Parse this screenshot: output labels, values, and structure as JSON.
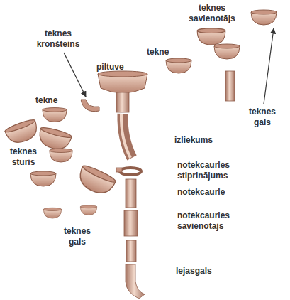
{
  "diagram": {
    "labels": [
      "teknes savienotājs",
      "teknes kronšteins",
      "tekne",
      "piltuve",
      "teknes gals",
      "tekne",
      "izliekums",
      "notekcaurles stiprinājums",
      "teknes stūris",
      "notekcaurle",
      "notekcaurles savienotājs",
      "teknes gals",
      "lejasgals"
    ]
  }
}
